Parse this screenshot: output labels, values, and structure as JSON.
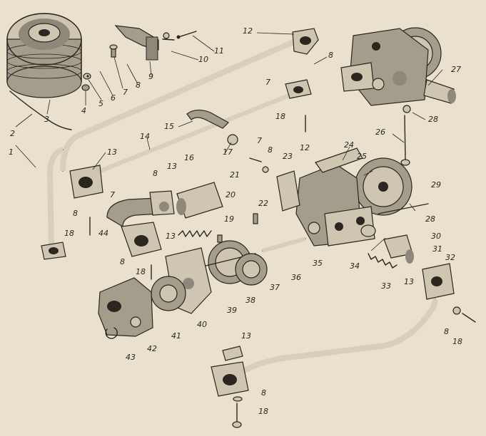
{
  "diagram": {
    "callouts": [
      {
        "id": "c1",
        "text": "1"
      },
      {
        "id": "c2",
        "text": "2"
      },
      {
        "id": "c3",
        "text": "3"
      },
      {
        "id": "c4",
        "text": "4"
      },
      {
        "id": "c5",
        "text": "5"
      },
      {
        "id": "c6",
        "text": "6"
      },
      {
        "id": "c7a",
        "text": "7"
      },
      {
        "id": "c8a",
        "text": "8"
      },
      {
        "id": "c9",
        "text": "9"
      },
      {
        "id": "c10",
        "text": "10"
      },
      {
        "id": "c11",
        "text": "11"
      },
      {
        "id": "c12a",
        "text": "12"
      },
      {
        "id": "c8b",
        "text": "8"
      },
      {
        "id": "c7b",
        "text": "7"
      },
      {
        "id": "c18a",
        "text": "18"
      },
      {
        "id": "c27",
        "text": "27"
      },
      {
        "id": "c28a",
        "text": "28"
      },
      {
        "id": "c26",
        "text": "26"
      },
      {
        "id": "c15",
        "text": "15"
      },
      {
        "id": "c14",
        "text": "14"
      },
      {
        "id": "c17",
        "text": "17"
      },
      {
        "id": "c13a",
        "text": "13"
      },
      {
        "id": "c7c",
        "text": "7"
      },
      {
        "id": "c8c",
        "text": "8"
      },
      {
        "id": "c23",
        "text": "23"
      },
      {
        "id": "c12b",
        "text": "12"
      },
      {
        "id": "c24",
        "text": "24"
      },
      {
        "id": "c25",
        "text": "25"
      },
      {
        "id": "c16",
        "text": "16"
      },
      {
        "id": "c13b",
        "text": "13"
      },
      {
        "id": "c8d",
        "text": "8"
      },
      {
        "id": "c7d",
        "text": "7"
      },
      {
        "id": "c21",
        "text": "21"
      },
      {
        "id": "c20",
        "text": "20"
      },
      {
        "id": "c29",
        "text": "29"
      },
      {
        "id": "c28b",
        "text": "28"
      },
      {
        "id": "c22",
        "text": "22"
      },
      {
        "id": "c8e",
        "text": "8"
      },
      {
        "id": "c18b",
        "text": "18"
      },
      {
        "id": "c44",
        "text": "44"
      },
      {
        "id": "c13c",
        "text": "13"
      },
      {
        "id": "c19",
        "text": "19"
      },
      {
        "id": "c30",
        "text": "30"
      },
      {
        "id": "c31",
        "text": "31"
      },
      {
        "id": "c32",
        "text": "32"
      },
      {
        "id": "c35",
        "text": "35"
      },
      {
        "id": "c34",
        "text": "34"
      },
      {
        "id": "c8f",
        "text": "8"
      },
      {
        "id": "c18c",
        "text": "18"
      },
      {
        "id": "c37",
        "text": "37"
      },
      {
        "id": "c36",
        "text": "36"
      },
      {
        "id": "c33",
        "text": "33"
      },
      {
        "id": "c13d",
        "text": "13"
      },
      {
        "id": "c38",
        "text": "38"
      },
      {
        "id": "c39",
        "text": "39"
      },
      {
        "id": "c40",
        "text": "40"
      },
      {
        "id": "c41",
        "text": "41"
      },
      {
        "id": "c42",
        "text": "42"
      },
      {
        "id": "c43",
        "text": "43"
      },
      {
        "id": "c8g",
        "text": "8"
      },
      {
        "id": "c18d",
        "text": "18"
      },
      {
        "id": "c13e",
        "text": "13"
      },
      {
        "id": "c8h",
        "text": "8"
      },
      {
        "id": "c18e",
        "text": "18"
      }
    ]
  }
}
